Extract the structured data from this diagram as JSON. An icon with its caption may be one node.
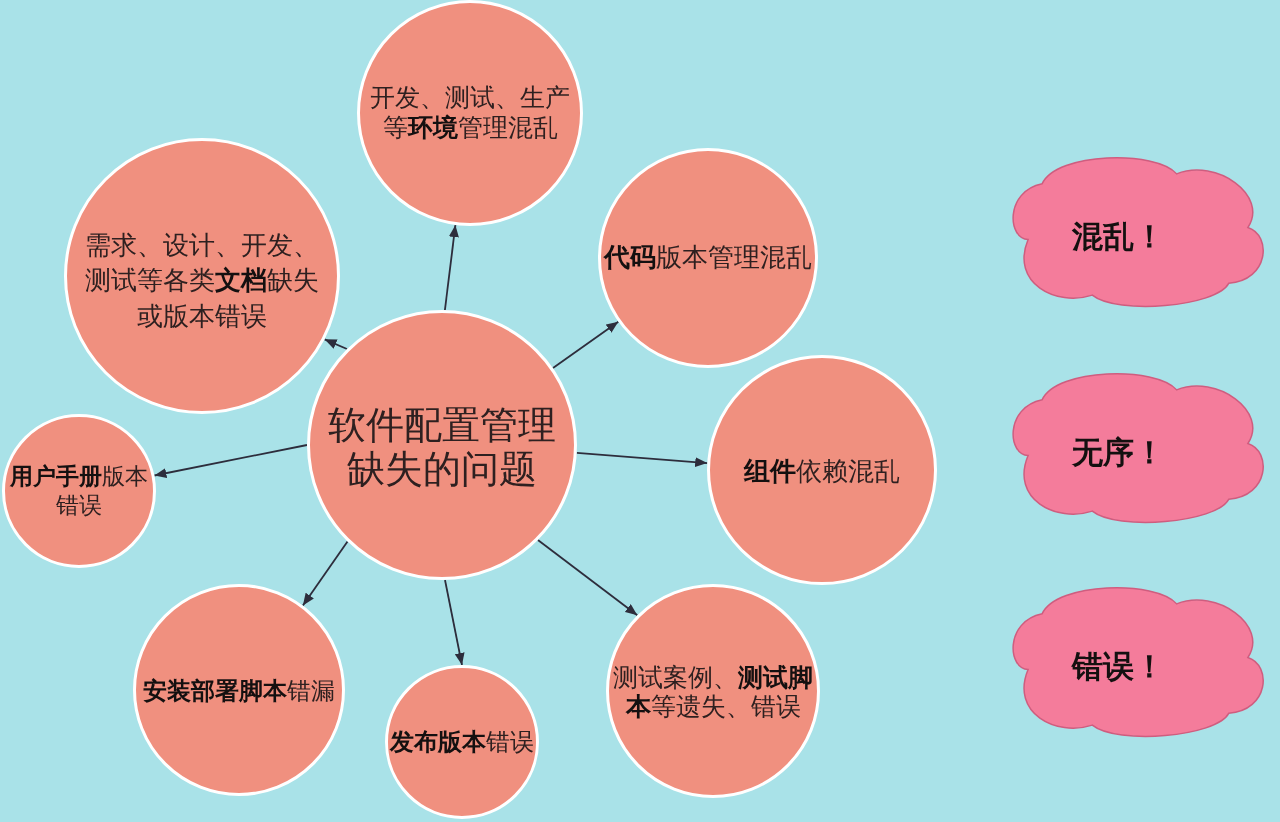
{
  "diagram": {
    "nodes": [
      {
        "text": [
          "软件配置管理缺失的问题"
        ]
      },
      {
        "text": [
          "开发、测试、生产等**环境**管理混乱"
        ]
      },
      {
        "text": [
          "**代码**版本管理混乱"
        ]
      },
      {
        "text": [
          "**组件**依赖混乱"
        ]
      },
      {
        "text": [
          "测试案例、**测试脚本**等遗失、错误"
        ]
      },
      {
        "text": [
          "**发布版本**错误"
        ]
      },
      {
        "text": [
          "**安装部署脚本**错漏"
        ]
      },
      {
        "text": [
          "**用户手册**版本错误"
        ]
      },
      {
        "text": [
          "需求、设计、开发、测试等各类**文档**缺失或版本错误"
        ]
      },
      {
        "text": [
          "混乱！"
        ]
      },
      {
        "text": [
          "无序！"
        ]
      },
      {
        "text": [
          "错误！"
        ]
      }
    ],
    "edges": [
      {
        "from": 0,
        "to": 1,
        "arrow": "to"
      },
      {
        "from": 0,
        "to": 2,
        "arrow": "to"
      },
      {
        "from": 0,
        "to": 3,
        "arrow": "to"
      },
      {
        "from": 0,
        "to": 4,
        "arrow": "to"
      },
      {
        "from": 0,
        "to": 5,
        "arrow": "to"
      },
      {
        "from": 0,
        "to": 6,
        "arrow": "to"
      },
      {
        "from": 0,
        "to": 7,
        "arrow": "to"
      },
      {
        "from": 0,
        "to": 8,
        "arrow": "to"
      }
    ]
  }
}
